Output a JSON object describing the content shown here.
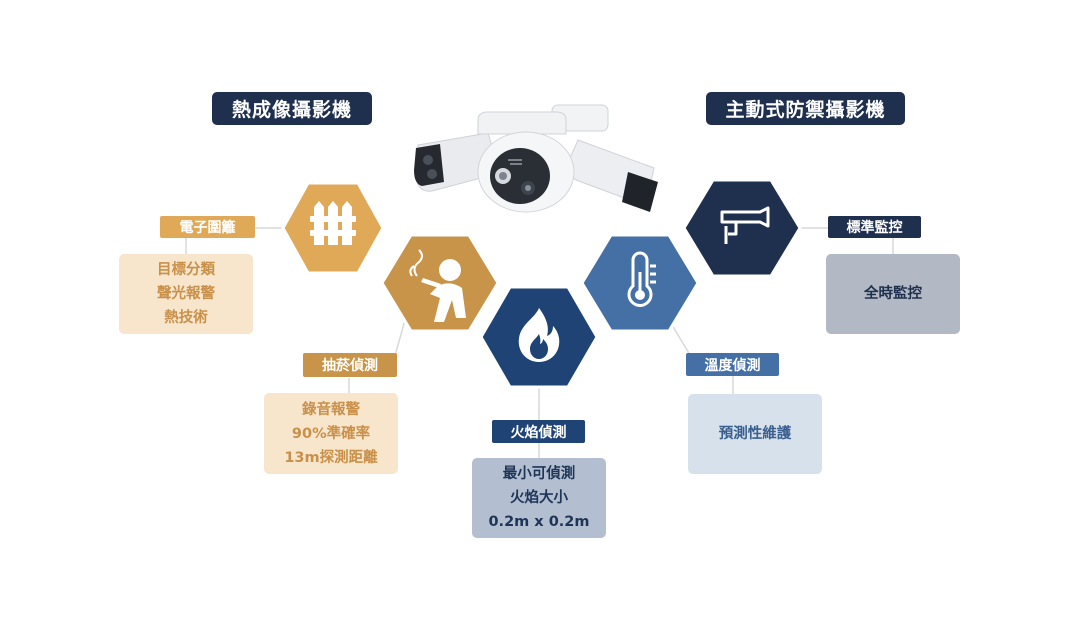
{
  "titles": {
    "thermal": "熱成像攝影機",
    "active_defense": "主動式防禦攝影機"
  },
  "features": {
    "fence": {
      "label": "電子圍籬",
      "detail": [
        "目標分類",
        "聲光報警",
        "熱技術"
      ],
      "icon": "fence-icon"
    },
    "smoking": {
      "label": "抽菸偵測",
      "detail": [
        "錄音報警",
        "90%準確率",
        "13m探測距離"
      ],
      "icon": "smoking-person-icon"
    },
    "flame": {
      "label": "火焰偵測",
      "detail": [
        "最小可偵測",
        "火焰大小",
        "0.2m x 0.2m"
      ],
      "icon": "flame-icon"
    },
    "temperature": {
      "label": "溫度偵測",
      "detail": [
        "預測性維護"
      ],
      "icon": "thermometer-icon"
    },
    "standard": {
      "label": "標準監控",
      "detail": [
        "全時監控"
      ],
      "icon": "cctv-camera-icon"
    }
  },
  "colors": {
    "navy": "#1f2f4e",
    "gold_light": "#e0a957",
    "gold_dark": "#c8944a",
    "blue_deep": "#1f4375",
    "blue_mid": "#4570a6",
    "gold_box_bg": "#f7e6cc",
    "gold_box_text": "#c9904a",
    "blue_box_bg": "#b3bfd1",
    "blue_box_text": "#1f3558",
    "light_blue_box_bg": "#d7e1ec",
    "light_blue_box_text": "#3a5f8e",
    "grey_box_bg": "#b3b9c4",
    "grey_box_text": "#1f2f4e"
  }
}
